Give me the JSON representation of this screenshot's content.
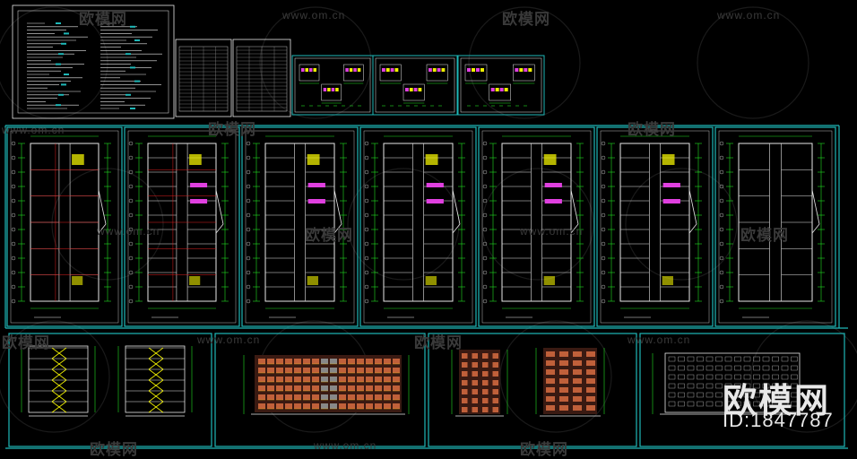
{
  "watermark": {
    "brand": "欧模网",
    "url": "www.om.cn",
    "id_label": "ID:1847787"
  },
  "colors": {
    "background": "#000000",
    "frame": "#1fb8b8",
    "wall": "#e8e8e8",
    "dimension": "#22e022",
    "axis": "#e02020",
    "stair": "#f0f000",
    "toilet": "#e040e0",
    "facade": "#c0603a",
    "window": "#f0c020",
    "watermark": "#3a3a3a"
  },
  "sheets": {
    "notes": {
      "icon": "notes-sheet-icon"
    },
    "schedules": {
      "icon": "table-sheet-icon"
    },
    "details": {
      "icon": "detail-sheet-icon"
    },
    "plans": {
      "count": 7,
      "icon": "floor-plan-icon"
    },
    "elevations": {
      "count": 5,
      "icon": "elevation-icon"
    }
  }
}
